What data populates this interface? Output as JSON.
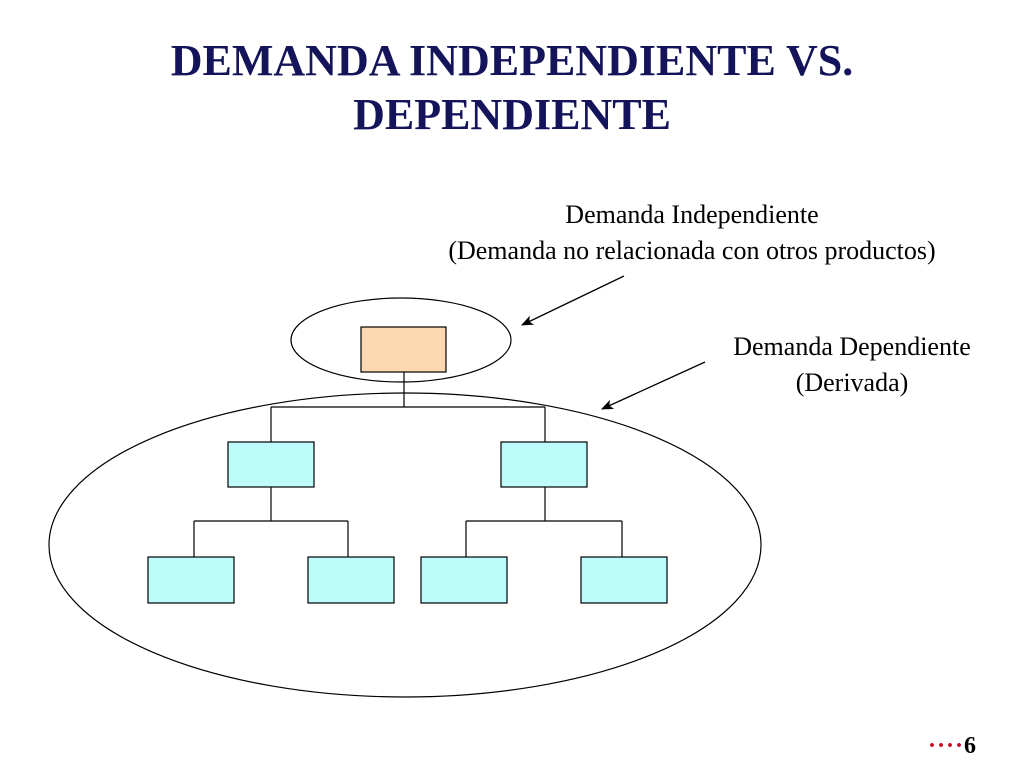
{
  "slide": {
    "title_line1": "DEMANDA INDEPENDIENTE VS.",
    "title_line2": "DEPENDIENTE",
    "title_color": "#14145a"
  },
  "annotations": {
    "independent_line1": "Demanda Independiente",
    "independent_line2": "(Demanda no relacionada con otros productos)",
    "dependent_line1": "Demanda Dependiente",
    "dependent_line2": "(Derivada)"
  },
  "diagram": {
    "root_box_color": "#fcd9b0",
    "child_box_color": "#bdfcfa",
    "structure": "1 root item, 2 second-level items, 4 third-level items"
  },
  "footer": {
    "dots": "····",
    "page_number": "6",
    "dots_color": "#d4001f"
  }
}
